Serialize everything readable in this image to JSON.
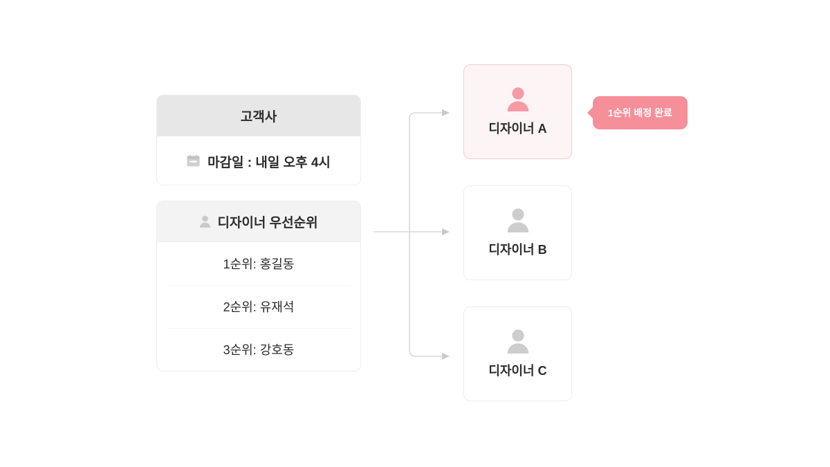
{
  "theme": {
    "page_bg": "#ffffff",
    "card_border": "#EDEDED",
    "client_header_bg": "#E7E7E7",
    "priority_header_bg": "#F3F3F3",
    "accent_pink": "#F58F99",
    "accent_pink_soft": "#F9A3AB",
    "highlight_card_bg": "#FDF4F5",
    "highlight_card_border": "#F6CBD0",
    "icon_gray": "#C9C9C9",
    "connector_gray": "#D8D8D8",
    "text_primary": "#2B2B2B"
  },
  "client_card": {
    "title": "고객사",
    "deadline_icon": "calendar-icon",
    "deadline_label": "마감일 :  내일 오후 4시"
  },
  "priority_card": {
    "header_icon": "person-icon",
    "title": "디자이너 우선순위",
    "rows": [
      {
        "label": "1순위: 홍길동"
      },
      {
        "label": "2순위: 유재석"
      },
      {
        "label": "3순위: 강호동"
      }
    ]
  },
  "designers": [
    {
      "id": "a",
      "icon": "person-icon",
      "label": "디자이너 A",
      "state": "assigned"
    },
    {
      "id": "b",
      "icon": "person-icon",
      "label": "디자이너 B",
      "state": "idle"
    },
    {
      "id": "c",
      "icon": "person-icon",
      "label": "디자이너 C",
      "state": "idle"
    }
  ],
  "tooltip": {
    "text": "1순위 배정 완료"
  }
}
